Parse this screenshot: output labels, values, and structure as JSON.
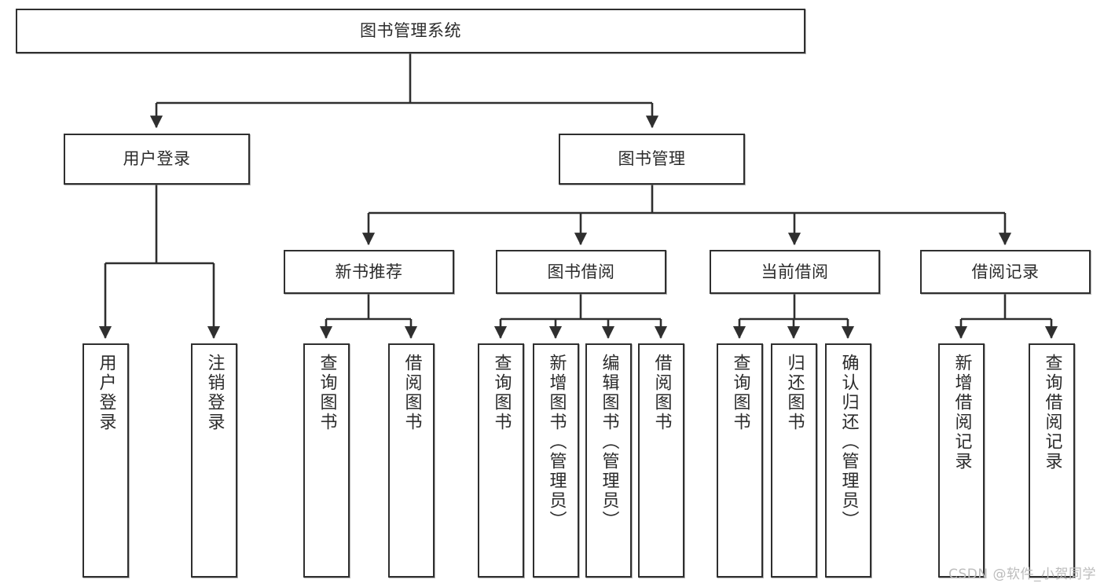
{
  "diagram": {
    "title": "图书管理系统",
    "type": "hierarchy-tree",
    "style": {
      "box_fill": "#ffffff",
      "box_stroke": "#2f2f2f",
      "text_color": "#2b2b2b",
      "background": "#ffffff",
      "watermark_color": "#bcbcbc"
    },
    "watermark": "CSDN @软件_小贺同学",
    "levels": [
      {
        "level": 1,
        "nodes": [
          {
            "id": "root",
            "label": "图书管理系统"
          }
        ]
      },
      {
        "level": 2,
        "nodes": [
          {
            "id": "user-login",
            "label": "用户登录",
            "parent": "root"
          },
          {
            "id": "book-manage",
            "label": "图书管理",
            "parent": "root"
          }
        ]
      },
      {
        "level": 3,
        "nodes": [
          {
            "id": "new-book-rec",
            "label": "新书推荐",
            "parent": "book-manage"
          },
          {
            "id": "book-borrow",
            "label": "图书借阅",
            "parent": "book-manage"
          },
          {
            "id": "current-borrow",
            "label": "当前借阅",
            "parent": "book-manage"
          },
          {
            "id": "borrow-record",
            "label": "借阅记录",
            "parent": "book-manage"
          }
        ]
      },
      {
        "level": 4,
        "nodes": [
          {
            "id": "leaf-user-login",
            "label": "用户登录",
            "parent": "user-login"
          },
          {
            "id": "leaf-user-logout",
            "label": "注销登录",
            "parent": "user-login"
          },
          {
            "id": "leaf-query-book-1",
            "label": "查询图书",
            "parent": "new-book-rec"
          },
          {
            "id": "leaf-borrow-book-1",
            "label": "借阅图书",
            "parent": "new-book-rec"
          },
          {
            "id": "leaf-query-book-2",
            "label": "查询图书",
            "parent": "book-borrow"
          },
          {
            "id": "leaf-add-book",
            "label": "新增图书（管理员）",
            "parent": "book-borrow"
          },
          {
            "id": "leaf-edit-book",
            "label": "编辑图书（管理员）",
            "parent": "book-borrow"
          },
          {
            "id": "leaf-borrow-book-2",
            "label": "借阅图书",
            "parent": "book-borrow"
          },
          {
            "id": "leaf-query-book-3",
            "label": "查询图书",
            "parent": "current-borrow"
          },
          {
            "id": "leaf-return-book",
            "label": "归还图书",
            "parent": "current-borrow"
          },
          {
            "id": "leaf-confirm-return",
            "label": "确认归还（管理员）",
            "parent": "current-borrow"
          },
          {
            "id": "leaf-add-record",
            "label": "新增借阅记录",
            "parent": "borrow-record"
          },
          {
            "id": "leaf-query-record",
            "label": "查询借阅记录",
            "parent": "borrow-record"
          }
        ]
      }
    ]
  }
}
